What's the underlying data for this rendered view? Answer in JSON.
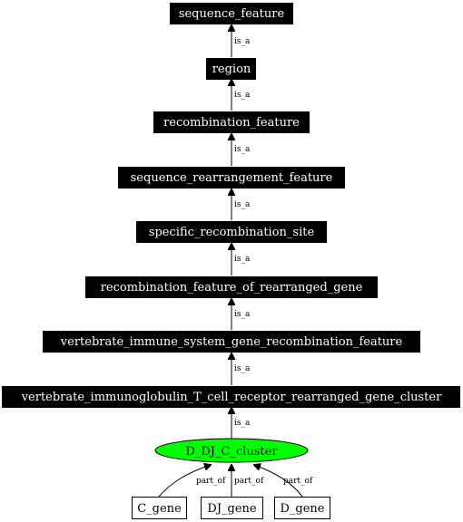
{
  "diagram": {
    "chain_nodes": [
      "sequence_feature",
      "region",
      "recombination_feature",
      "sequence_rearrangement_feature",
      "specific_recombination_site",
      "recombination_feature_of_rearranged_gene",
      "vertebrate_immune_system_gene_recombination_feature",
      "vertebrate_immunoglobulin_T_cell_receptor_rearranged_gene_cluster"
    ],
    "focus_node": {
      "label": "D_DJ_C_cluster",
      "fill": "#00ff00"
    },
    "leaf_nodes": [
      "C_gene",
      "DJ_gene",
      "D_gene"
    ],
    "edge_labels": {
      "is_a": "is_a",
      "part_of": "part_of"
    },
    "colors": {
      "chain_box": "#000000",
      "chain_text": "#ffffff",
      "focus_fill": "#00ff00",
      "leaf_fill": "#ffffff",
      "edge": "#000000"
    }
  }
}
